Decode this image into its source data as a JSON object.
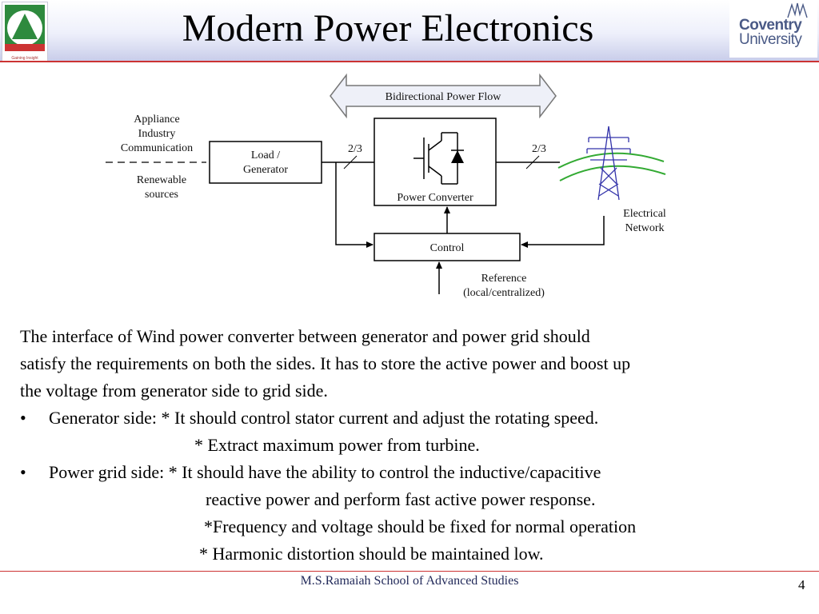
{
  "slide": {
    "title": "Modern Power Electronics",
    "left_logo_caption": "Gaining Insight",
    "right_logo_top": "Coventry",
    "right_logo_bottom": "University",
    "footer": "M.S.Ramaiah School of Advanced Studies",
    "page_number": "4"
  },
  "diagram": {
    "flow_label": "Bidirectional Power Flow",
    "source_label_1": "Appliance",
    "source_label_2": "Industry",
    "source_label_3": "Communication",
    "source_label_4": "Renewable",
    "source_label_5": "sources",
    "load_label_1": "Load /",
    "load_label_2": "Generator",
    "phase_left": "2/3",
    "phase_right": "2/3",
    "converter_label": "Power Converter",
    "control_label": "Control",
    "reference_label_1": "Reference",
    "reference_label_2": "(local/centralized)",
    "network_label_1": "Electrical",
    "network_label_2": "Network"
  },
  "text": {
    "para_line_1": "The interface of Wind power converter between generator and power grid should",
    "para_line_2": "satisfy the requirements on both the sides. It has to store the active power and boost up",
    "para_line_3": "the voltage from generator side to grid side.",
    "bullet_symbol": "•",
    "gen_line_1": "Generator side: * It should control stator current and adjust the rotating speed.",
    "gen_line_2": "* Extract maximum power from turbine.",
    "grid_line_1": "Power grid side: * It should have the ability to control the inductive/capacitive",
    "grid_line_2": "reactive power and perform fast active power response.",
    "grid_line_3": "*Frequency and voltage should be fixed for normal operation",
    "grid_line_4": "* Harmonic distortion should be maintained low."
  },
  "colors": {
    "accent_red": "#cc3333",
    "header_blue": "#c9cdea",
    "logo_blue": "#4a5a86",
    "tower_blue": "#3333aa",
    "grid_green": "#33aa33"
  }
}
